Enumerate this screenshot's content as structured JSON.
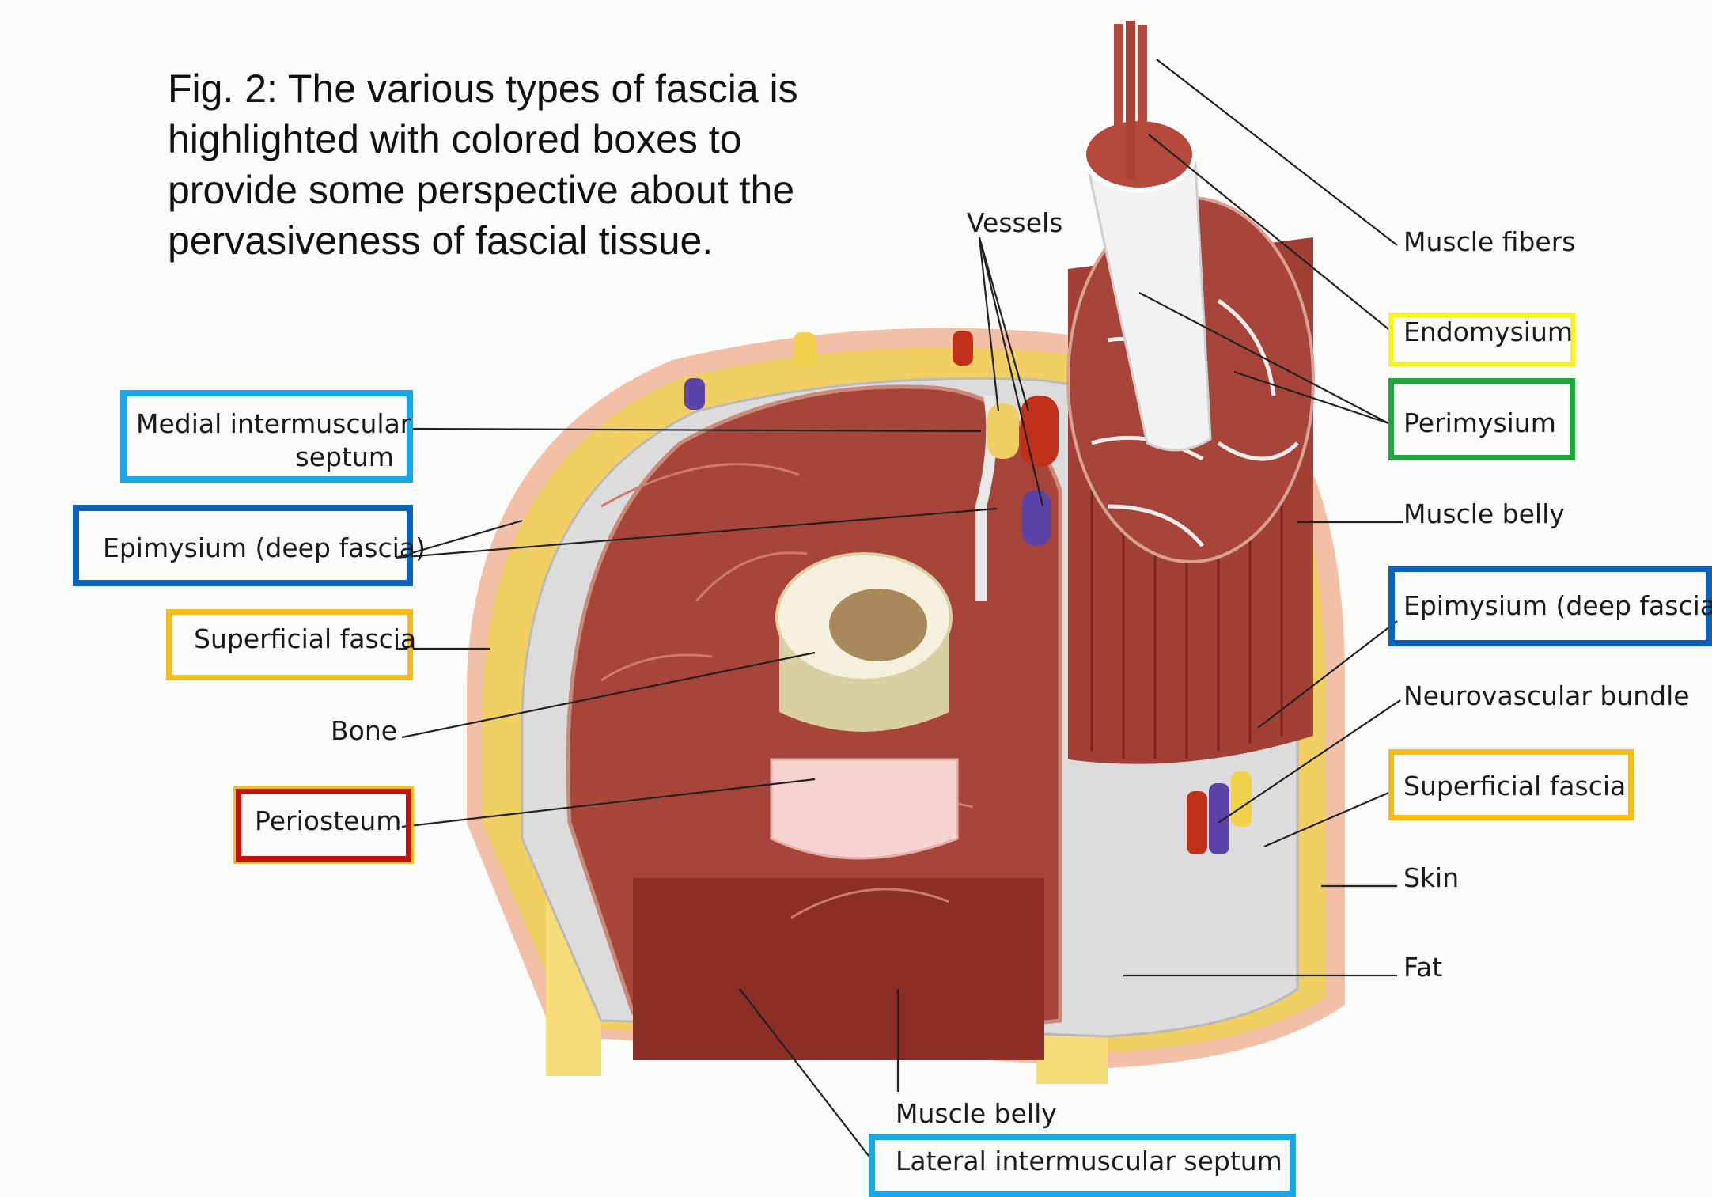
{
  "figure": {
    "caption_lines": [
      "Fig. 2: The various types of fascia is",
      "highlighted with colored boxes to",
      "provide some perspective about the",
      "pervasiveness of fascial tissue."
    ]
  },
  "labels": {
    "vessels": "Vessels",
    "muscle_fibers": "Muscle fibers",
    "endomysium": "Endomysium",
    "perimysium": "Perimysium",
    "muscle_belly_right": "Muscle belly",
    "epimysium_right": "Epimysium (deep fascia)",
    "neurovascular_bundle": "Neurovascular bundle",
    "superficial_fascia_right": "Superficial fascia",
    "skin": "Skin",
    "fat": "Fat",
    "medial_septum_line1": "Medial intermuscular",
    "medial_septum_line2": "septum",
    "epimysium_left": "Epimysium (deep fascia)",
    "superficial_fascia_left": "Superficial fascia",
    "bone": "Bone",
    "periosteum": "Periosteum",
    "muscle_belly_bottom": "Muscle belly",
    "lateral_septum": "Lateral intermuscular septum"
  },
  "highlight_colors": {
    "light_blue": "#1aa7e8",
    "dark_blue": "#0a63b8",
    "orange": "#f6bb16",
    "yellow": "#fbf21a",
    "green": "#1aa83a",
    "red": "#c0140c"
  },
  "tissue_colors": {
    "muscle": "#a8453a",
    "muscle_dark": "#8a2e26",
    "fat": "#f2cf62",
    "skin": "#f1c0a7",
    "fascia": "#dcdcdc",
    "bone": "#f5f0dd",
    "marrow": "#a8895c",
    "periosteum": "#f6d3d0"
  }
}
